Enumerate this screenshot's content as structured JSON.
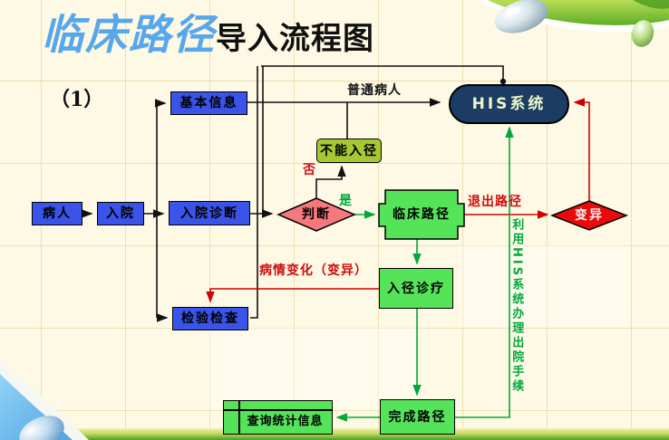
{
  "slide": {
    "title_script": "临床路径",
    "title_main": "导入流程图",
    "page_label": "（1）"
  },
  "nodes": {
    "patient": "病人",
    "admission": "入院",
    "basic_info": "基本信息",
    "admission_diagnosis": "入院诊断",
    "tests": "检验检查",
    "decision": "判断",
    "cannot_enter": "不能入径",
    "his": "HIS系统",
    "clinical_pathway": "临床路径",
    "pathway_care": "入径诊疗",
    "complete_pathway": "完成路径",
    "query_stats": "查询统计信息",
    "variation": "变异"
  },
  "edge_labels": {
    "ordinary_patient": "普通病人",
    "no": "否",
    "yes": "是",
    "exit_pathway": "退出路径",
    "condition_change": "病情变化（变异）",
    "discharge_via_his": "利用HIS系统办理出院手续"
  },
  "colors": {
    "background": "#FEF9E4",
    "node_blue": "#3A53E8",
    "node_green": "#55E35A",
    "node_olive": "#A6C835",
    "decision_salmon": "#F4787C",
    "variation_red": "#E90A0A",
    "his_navy": "#1C3C63",
    "his_text": "#EAF7C8",
    "arrow_black": "#111111",
    "arrow_red": "#D00000",
    "arrow_green": "#00A83C",
    "title_blue": "#58A7EC"
  }
}
